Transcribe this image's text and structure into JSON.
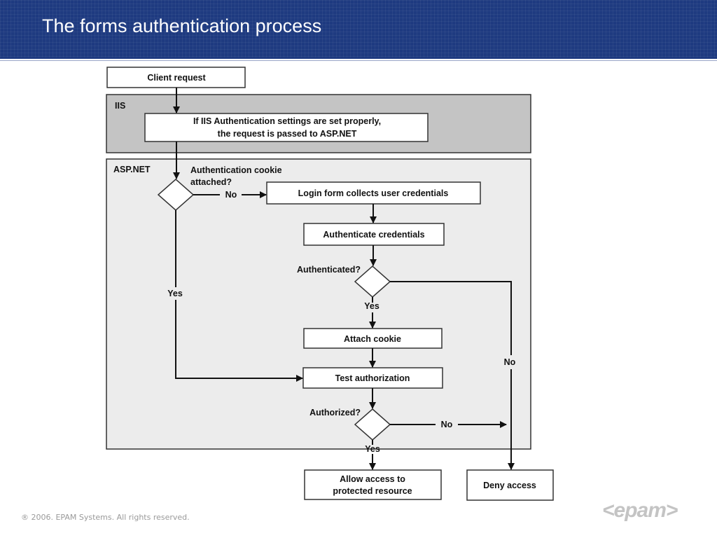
{
  "slide": {
    "title": "The forms authentication process",
    "footer": "® 2006. EPAM Systems. All rights reserved.",
    "logo": "<epam>"
  },
  "diagram": {
    "regions": {
      "iis": "IIS",
      "aspnet": "ASP.NET"
    },
    "nodes": {
      "client_request": "Client request",
      "iis_check_line1": "If IIS Authentication settings are set properly,",
      "iis_check_line2": "the request is passed to ASP.NET",
      "cookie_question_line1": "Authentication cookie",
      "cookie_question_line2": "attached?",
      "login_form": "Login form collects user credentials",
      "authenticate": "Authenticate credentials",
      "authenticated_question": "Authenticated?",
      "attach_cookie": "Attach cookie",
      "test_authorization": "Test authorization",
      "authorized_question": "Authorized?",
      "allow_line1": "Allow access to",
      "allow_line2": "protected resource",
      "deny": "Deny access"
    },
    "edge_labels": {
      "cookie_no": "No",
      "cookie_yes": "Yes",
      "authenticated_yes": "Yes",
      "authenticated_no": "No",
      "authorized_no": "No",
      "authorized_yes": "Yes"
    }
  }
}
